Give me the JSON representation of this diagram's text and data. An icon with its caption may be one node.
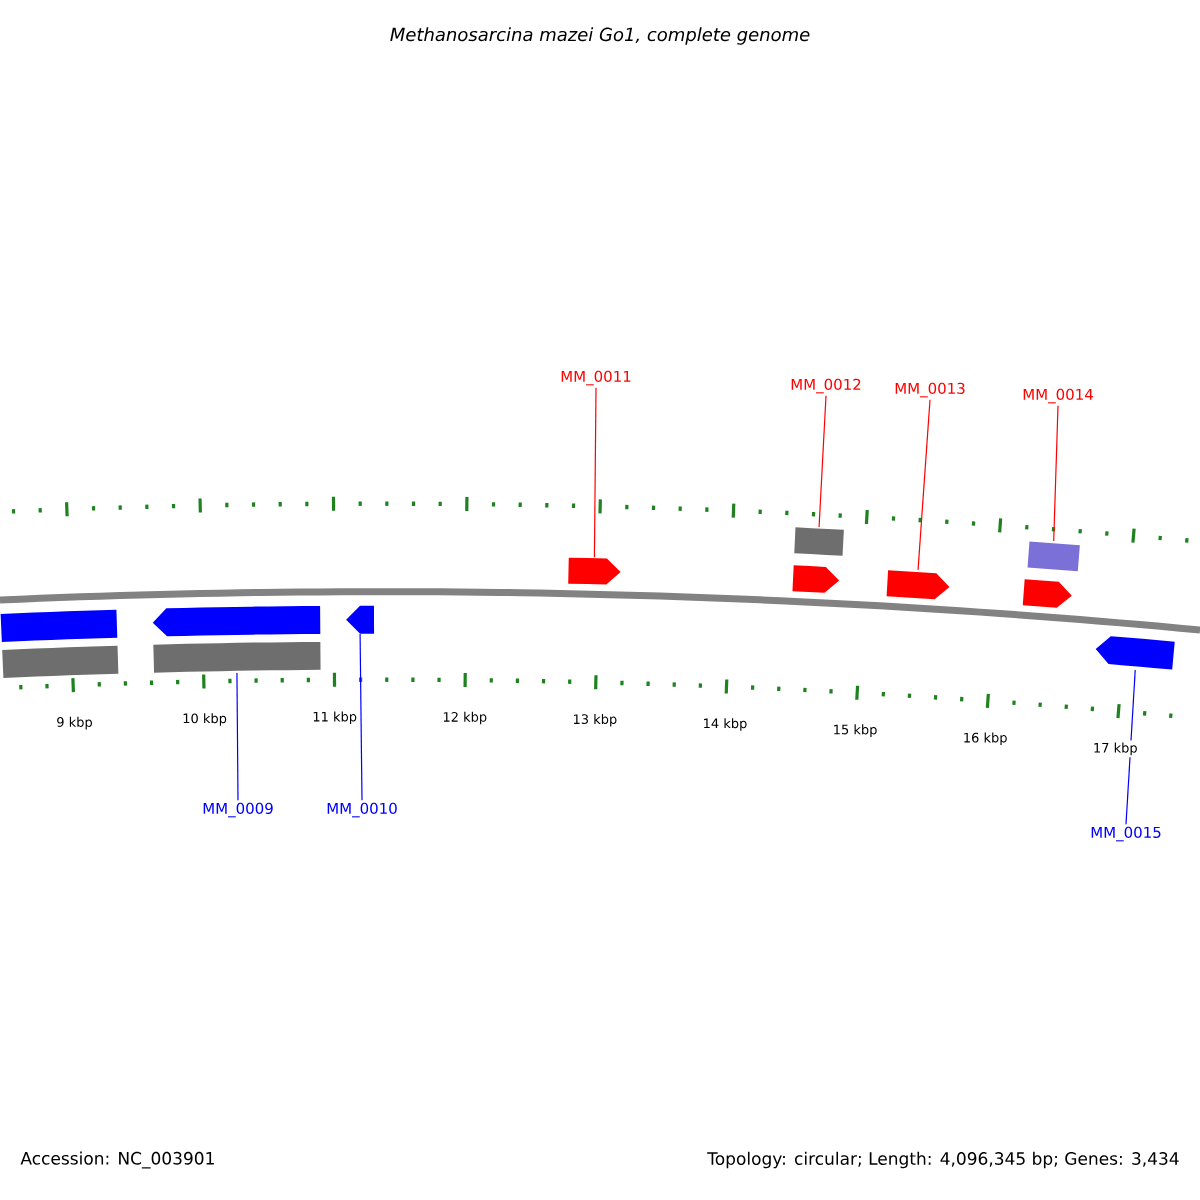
{
  "diagram": {
    "title": "Methanosarcina mazei Go1, complete genome",
    "nodes": [
      {
        "text": [
          "MM_0011"
        ]
      },
      {
        "text": [
          "MM_0012"
        ]
      },
      {
        "text": [
          "MM_0013"
        ]
      },
      {
        "text": [
          "MM_0014"
        ]
      },
      {
        "text": [],
        "shape": "bar"
      },
      {
        "text": [],
        "shape": "bar"
      },
      {
        "text": [],
        "shape": "arrow"
      },
      {
        "text": [],
        "shape": "arrow"
      },
      {
        "text": [],
        "shape": "arrow"
      },
      {
        "text": [],
        "shape": "arrow"
      },
      {
        "text": [],
        "shape": "bar"
      },
      {
        "text": [],
        "shape": "arrow"
      },
      {
        "text": [],
        "shape": "arrow"
      },
      {
        "text": [],
        "shape": "arrow"
      },
      {
        "text": [],
        "shape": "bar"
      },
      {
        "text": [],
        "shape": "bar"
      },
      {
        "text": [
          "MM_0009"
        ]
      },
      {
        "text": [
          "MM_0010"
        ]
      },
      {
        "text": [
          "MM_0015"
        ]
      }
    ],
    "edges": [
      {
        "from": 0,
        "to": 6,
        "arrow": "none"
      },
      {
        "from": 1,
        "to": 4,
        "arrow": "none"
      },
      {
        "from": 2,
        "to": 8,
        "arrow": "none"
      },
      {
        "from": 3,
        "to": 5,
        "arrow": "none"
      },
      {
        "from": 16,
        "to": 15,
        "arrow": "none",
        "color": "#0000ff"
      },
      {
        "from": 17,
        "to": 12,
        "arrow": "none",
        "color": "#0000ff"
      },
      {
        "from": 18,
        "to": 13,
        "arrow": "none",
        "color": "#0000ff"
      }
    ],
    "labels": [
      "9 kbp",
      "10 kbp",
      "11 kbp",
      "12 kbp",
      "13 kbp",
      "14 kbp",
      "15 kbp",
      "16 kbp",
      "17 kbp",
      "Accession: NC_003901",
      "Topology: circular; Length: 4,096,345 bp; Genes: 3,434"
    ]
  }
}
